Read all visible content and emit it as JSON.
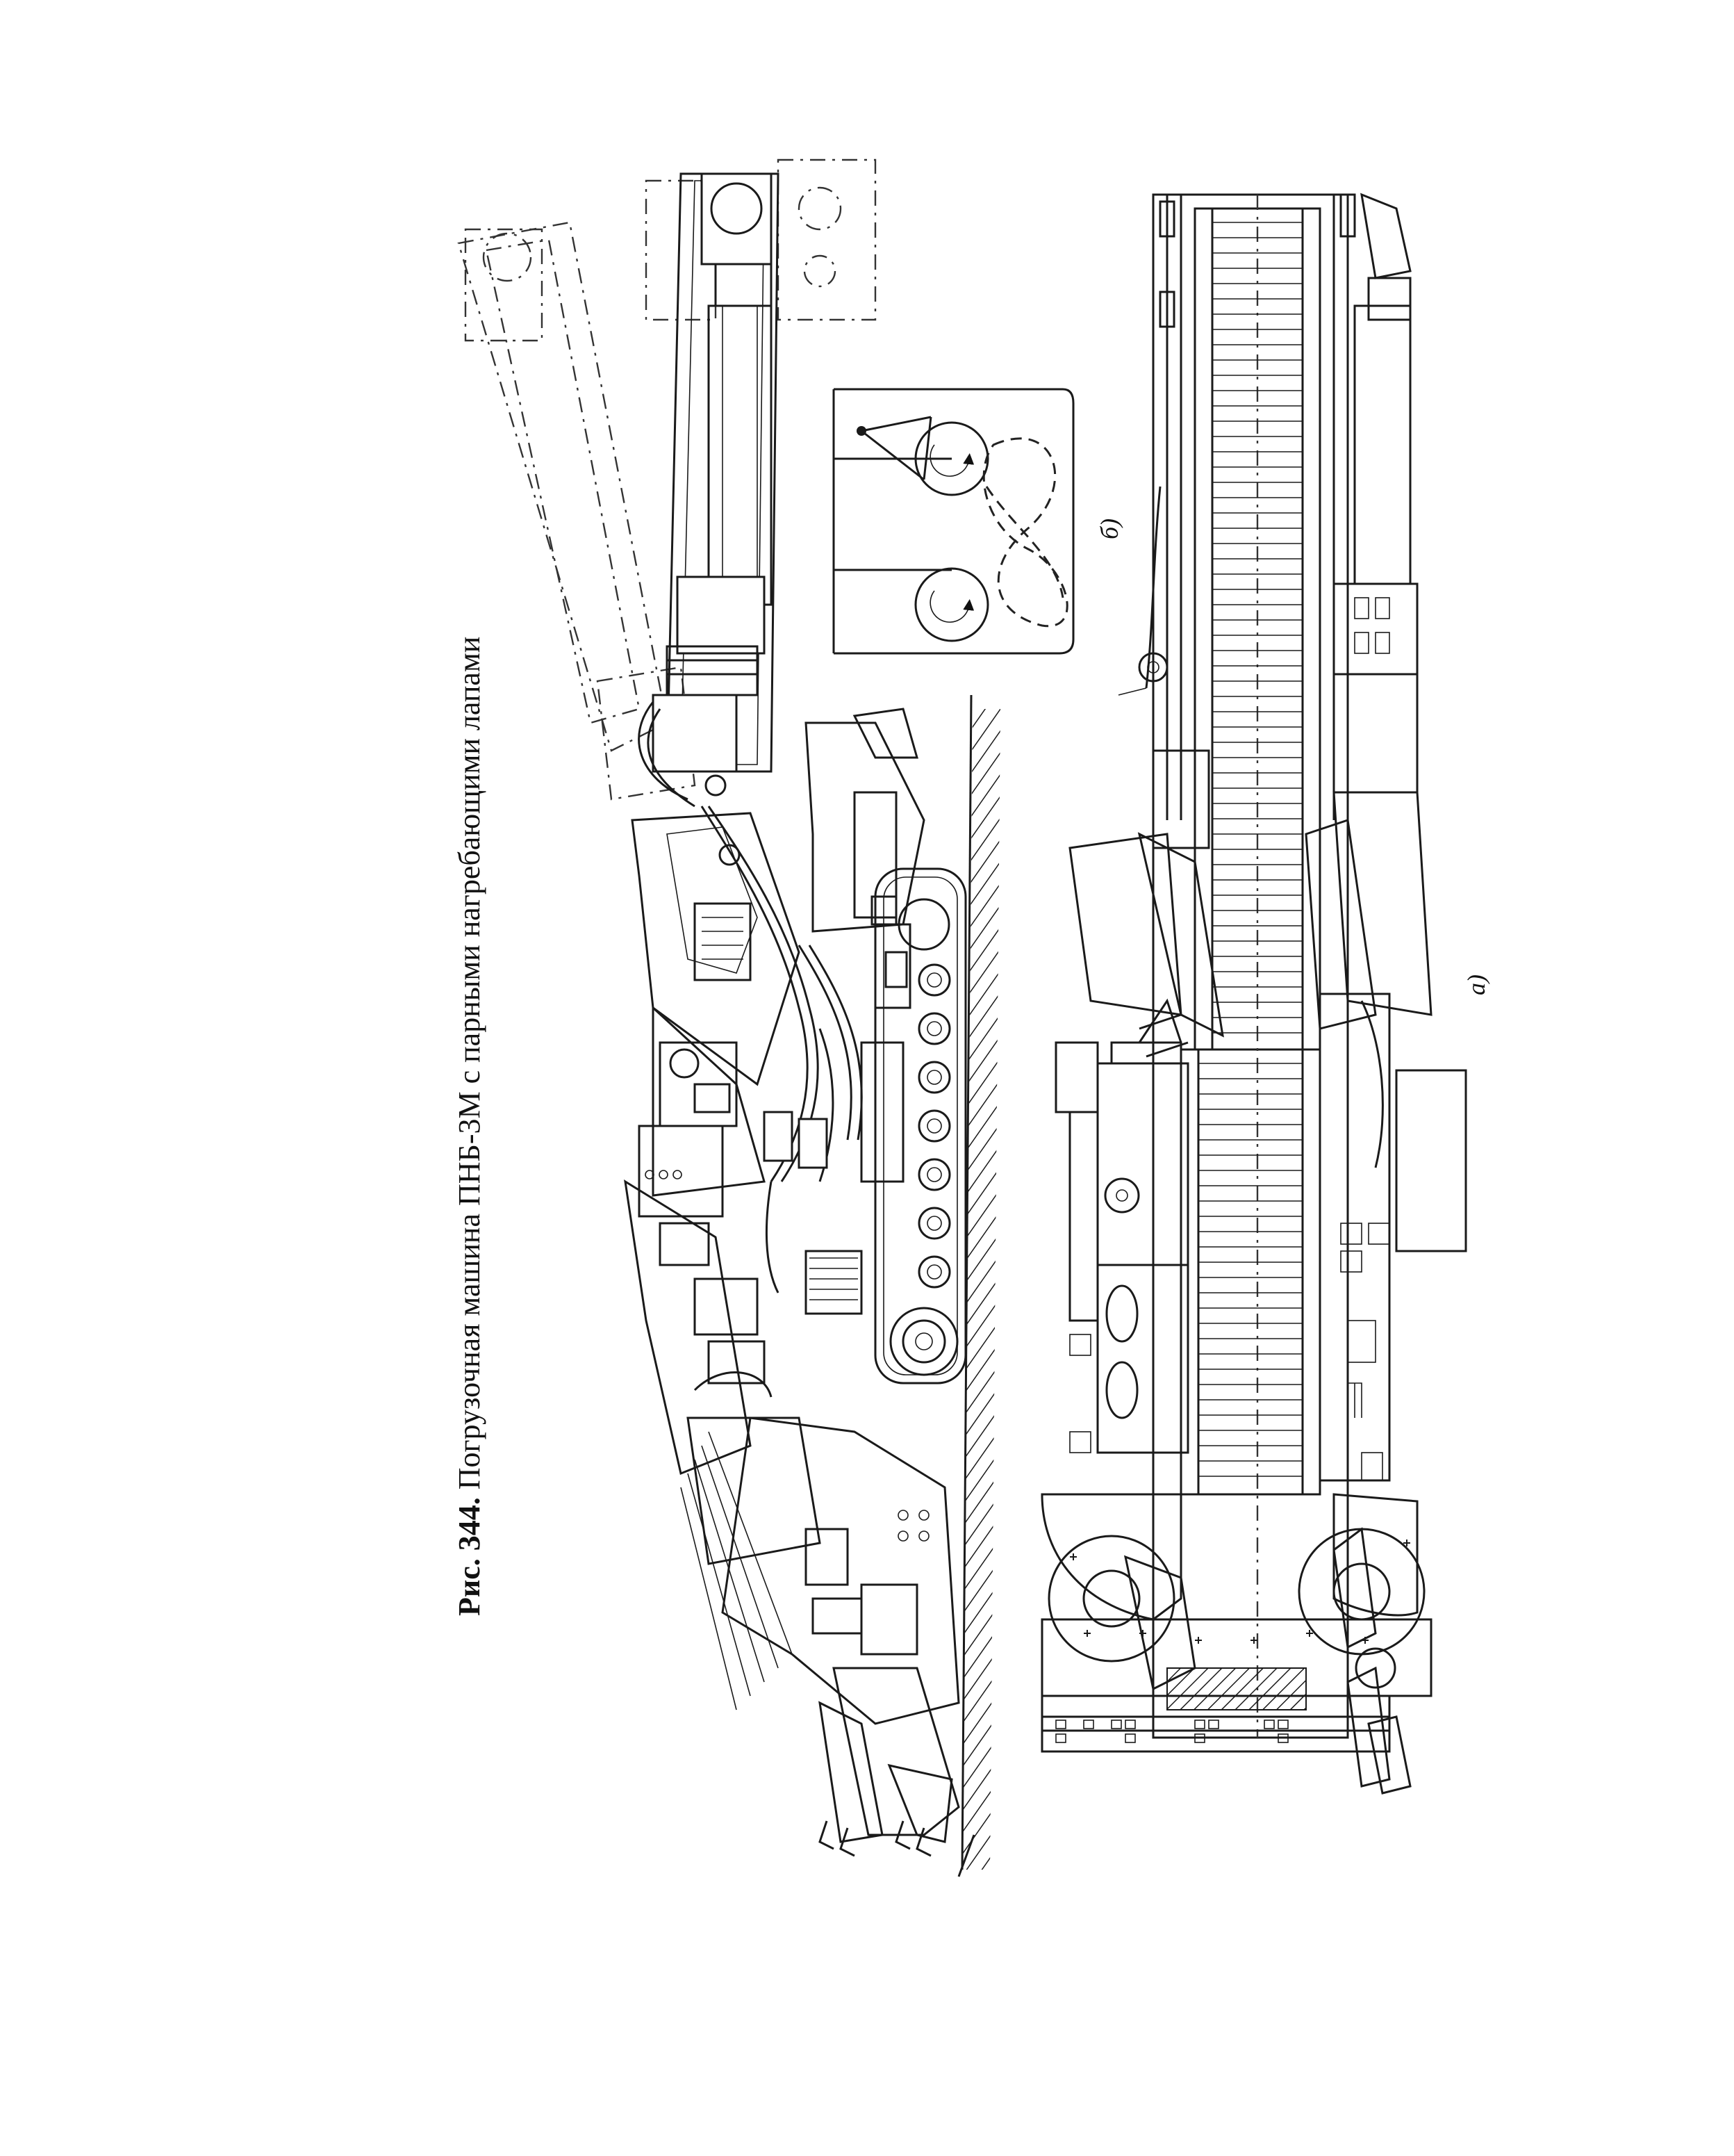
{
  "figure": {
    "caption_label": "Рис. 344.",
    "caption_text": "Погрузочная машина ПНБ-3М с парными нагребающими лапами",
    "view_labels": {
      "main": "а)",
      "inset": "б)"
    }
  }
}
